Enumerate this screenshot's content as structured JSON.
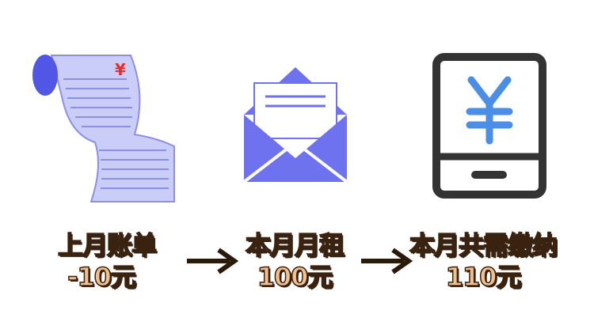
{
  "steps": [
    {
      "title": "上月账单",
      "value": "-10元",
      "icon": "receipt-icon"
    },
    {
      "title": "本月月租",
      "value": "100元",
      "icon": "envelope-icon"
    },
    {
      "title": "本月共需缴纳",
      "value": "110元",
      "icon": "phone-yen-icon"
    }
  ],
  "receipt_symbol": "¥",
  "colors": {
    "accent": "#6f72ee",
    "receipt": "#c9cdf8",
    "yen_blue": "#4a8ee6",
    "phone_frame": "#333333",
    "text_fill": "#f2c08f",
    "text_outline": "#3a2210"
  }
}
